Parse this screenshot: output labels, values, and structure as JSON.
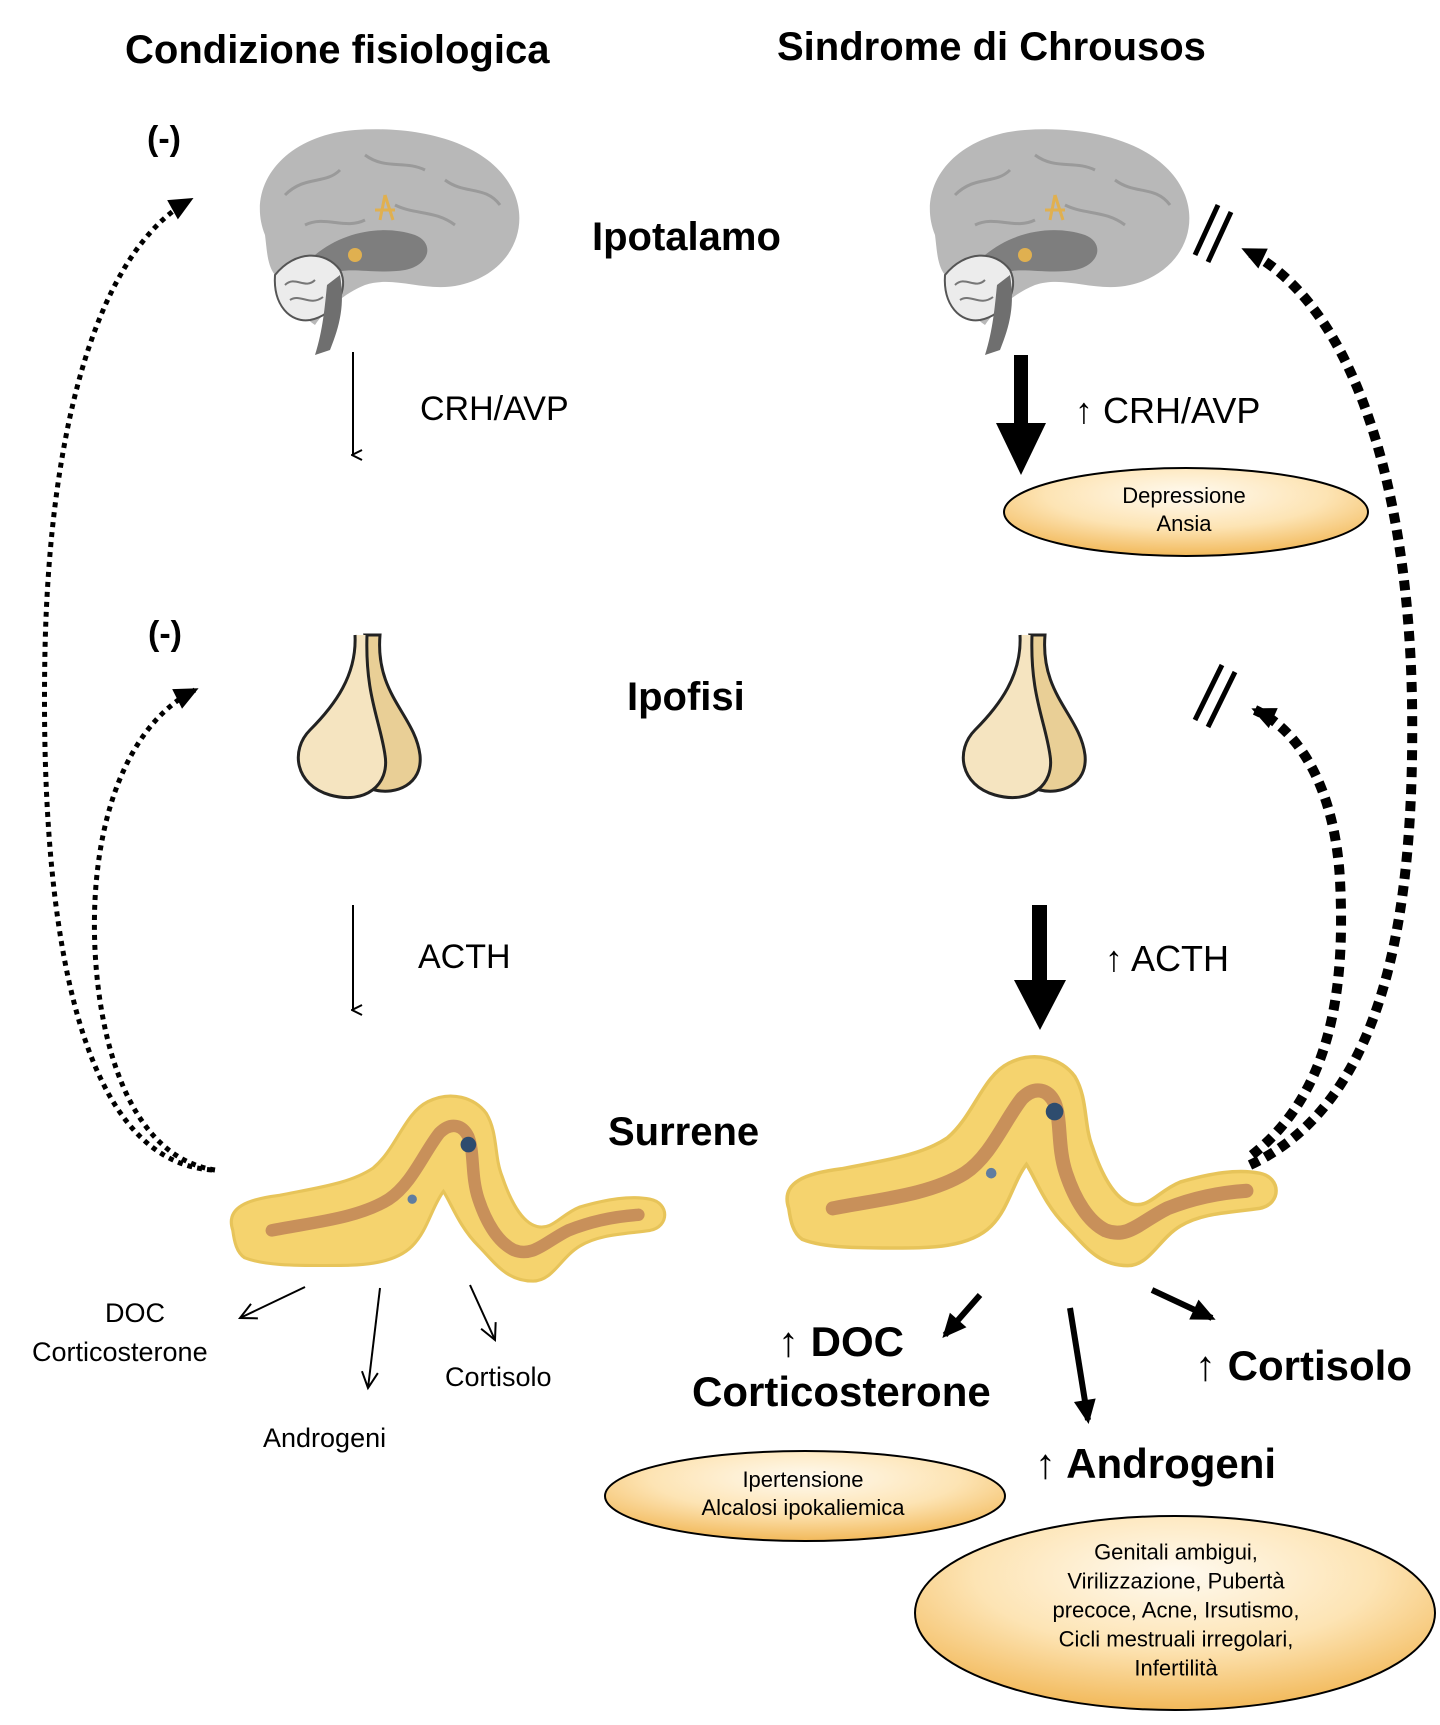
{
  "titles": {
    "left": "Condizione fisiologica",
    "right": "Sindrome di Chrousos"
  },
  "organs": {
    "hypothalamus": "Ipotalamo",
    "pituitary": "Ipofisi",
    "adrenal": "Surrene"
  },
  "feedback": {
    "minus_top": "(-)",
    "minus_mid": "(-)"
  },
  "left_hormones": {
    "crh": "CRH/AVP",
    "acth": "ACTH",
    "doc_line1": "DOC",
    "doc_line2": "Corticosterone",
    "androgens": "Androgeni",
    "cortisol": "Cortisolo"
  },
  "right_hormones": {
    "crh": "↑ CRH/AVP",
    "acth": "↑ ACTH",
    "doc_line1": "↑ DOC",
    "doc_line2": "Corticosterone",
    "androgens": "↑ Androgeni",
    "cortisol": "↑ Cortisolo"
  },
  "effects": {
    "crh_line1": "Depressione",
    "crh_line2": "Ansia",
    "doc_line1": "Ipertensione",
    "doc_line2": "Alcalosi ipokaliemica",
    "andro_line1": "Genitali ambigui,",
    "andro_line2": "Virilizzazione, Pubertà",
    "andro_line3": "precoce, Acne, Irsutismo,",
    "andro_line4": "Cicli mestruali irregolari,",
    "andro_line5": "Infertilità"
  },
  "colors": {
    "ellipse_center": "#fff8e6",
    "ellipse_edge": "#f2b95a",
    "gland_fill": "#f4dfb2",
    "gland_shade": "#e9cf96",
    "adrenal_cortex": "#f5d36e",
    "adrenal_medulla": "#c8905a",
    "brain_gray": "#b5b5b5"
  }
}
